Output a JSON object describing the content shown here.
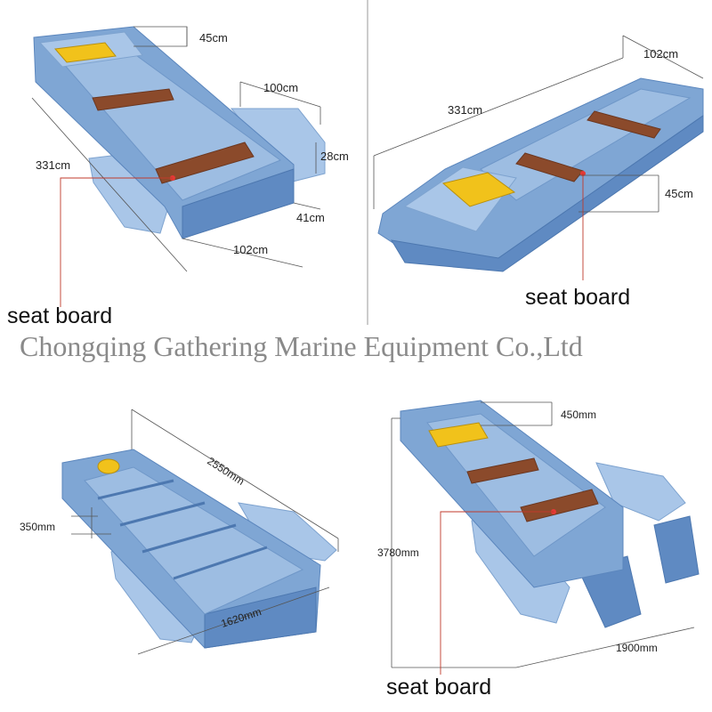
{
  "watermark": "Chongqing Gathering Marine Equipment Co.,Ltd",
  "panels": {
    "top_left": {
      "dims": [
        "45cm",
        "100cm",
        "28cm",
        "331cm",
        "41cm",
        "102cm"
      ],
      "callout": "seat board"
    },
    "top_right": {
      "dims": [
        "102cm",
        "331cm",
        "45cm"
      ],
      "callout": "seat board"
    },
    "bottom_left": {
      "dims": [
        "2550mm",
        "350mm",
        "1620mm"
      ]
    },
    "bottom_right": {
      "dims": [
        "450mm",
        "3780mm",
        "1900mm"
      ],
      "callout": "seat board"
    }
  },
  "colors": {
    "hull": "#7fa6d4",
    "bench": "#8b4a2b",
    "pad": "#f1c21b"
  }
}
